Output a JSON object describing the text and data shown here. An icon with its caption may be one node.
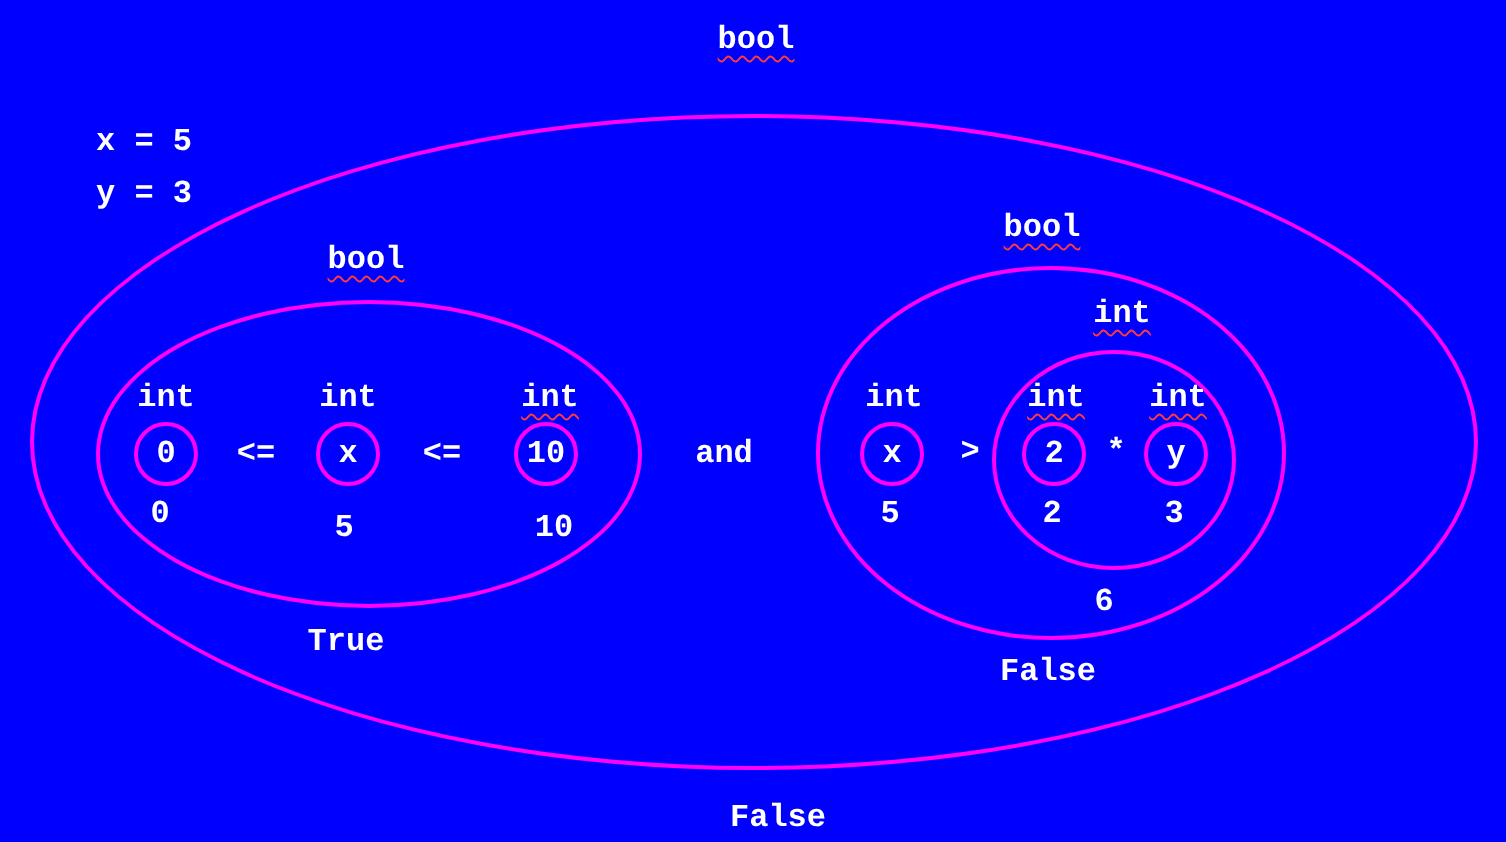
{
  "diagram": {
    "nodes": [
      {
        "text": [
          "bool"
        ],
        "beside": [
          "False"
        ]
      },
      {
        "text": [
          "bool"
        ],
        "beside": [
          "True"
        ],
        "in": 0
      },
      {
        "text": [
          "int",
          "0"
        ],
        "beside": [
          "0"
        ],
        "in": 1
      },
      {
        "text": [
          "int",
          "x"
        ],
        "beside": [
          "5"
        ],
        "in": 1
      },
      {
        "text": [
          "int",
          "10"
        ],
        "beside": [
          "10"
        ],
        "in": 1
      },
      {
        "text": [
          "bool"
        ],
        "beside": [
          "False"
        ],
        "in": 0
      },
      {
        "text": [
          "int",
          "x"
        ],
        "beside": [
          "5"
        ],
        "in": 5
      },
      {
        "text": [
          "int"
        ],
        "beside": [
          "6"
        ],
        "in": 5
      },
      {
        "text": [
          "int",
          "2"
        ],
        "beside": [
          "2"
        ],
        "in": 7
      },
      {
        "text": [
          "int",
          "y"
        ],
        "beside": [
          "3"
        ],
        "in": 7
      }
    ],
    "labels": [
      "x = 5",
      "y = 3",
      "<=",
      "<=",
      "and",
      ">",
      "*"
    ]
  }
}
